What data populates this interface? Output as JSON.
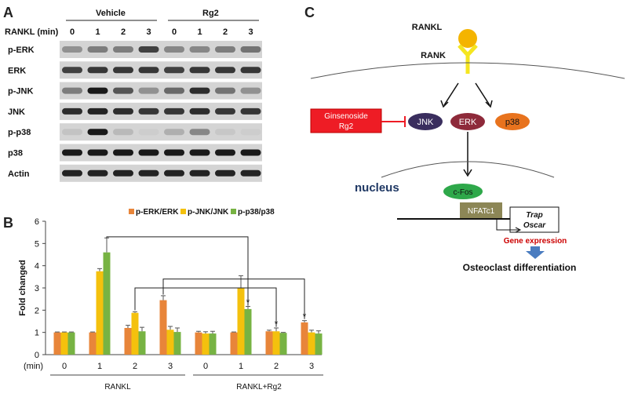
{
  "panels": {
    "a": "A",
    "b": "B",
    "c": "C"
  },
  "blot": {
    "groups": [
      "Vehicle",
      "Rg2"
    ],
    "time_header": "RANKL (min)",
    "times": [
      "0",
      "1",
      "2",
      "3",
      "0",
      "1",
      "2",
      "3"
    ],
    "rows": [
      {
        "label": "p-ERK",
        "intensity": [
          0.35,
          0.45,
          0.45,
          0.75,
          0.4,
          0.4,
          0.45,
          0.5
        ]
      },
      {
        "label": "ERK",
        "intensity": [
          0.75,
          0.8,
          0.8,
          0.8,
          0.75,
          0.8,
          0.8,
          0.8
        ]
      },
      {
        "label": "p-JNK",
        "intensity": [
          0.45,
          0.95,
          0.65,
          0.35,
          0.55,
          0.85,
          0.5,
          0.35
        ]
      },
      {
        "label": "JNK",
        "intensity": [
          0.85,
          0.9,
          0.85,
          0.8,
          0.8,
          0.85,
          0.8,
          0.8
        ]
      },
      {
        "label": "p-p38",
        "intensity": [
          0.1,
          0.95,
          0.15,
          0.05,
          0.2,
          0.4,
          0.08,
          0.05
        ]
      },
      {
        "label": "p38",
        "intensity": [
          0.95,
          0.95,
          0.95,
          0.95,
          0.95,
          0.95,
          0.95,
          0.95
        ]
      },
      {
        "label": "Actin",
        "intensity": [
          0.9,
          0.9,
          0.9,
          0.9,
          0.9,
          0.9,
          0.9,
          0.9
        ]
      }
    ]
  },
  "chart_data": {
    "type": "bar",
    "ylabel": "Fold changed",
    "xprefix": "(min)",
    "ylim": [
      0,
      6
    ],
    "yticks": [
      0,
      1,
      2,
      3,
      4,
      5,
      6
    ],
    "categories": [
      "0",
      "1",
      "2",
      "3",
      "0",
      "1",
      "2",
      "3"
    ],
    "groups": [
      "RANKL",
      "RANKL+Rg2"
    ],
    "legend_position": "top-center",
    "series": [
      {
        "name": "p-ERK/ERK",
        "color": "#E8853A",
        "values": [
          1.0,
          1.0,
          1.2,
          2.45,
          1.0,
          1.0,
          1.05,
          1.45
        ],
        "errors": [
          0.02,
          0.02,
          0.12,
          0.2,
          0.05,
          0.02,
          0.05,
          0.08
        ],
        "stars": [
          false,
          false,
          false,
          false,
          false,
          false,
          false,
          true
        ]
      },
      {
        "name": "p-JNK/JNK",
        "color": "#F4C10D",
        "values": [
          1.0,
          3.75,
          1.88,
          1.12,
          0.95,
          3.0,
          1.05,
          1.0
        ],
        "errors": [
          0.02,
          0.12,
          0.05,
          0.15,
          0.08,
          0.55,
          0.15,
          0.1
        ],
        "stars": [
          false,
          false,
          false,
          false,
          false,
          false,
          true,
          false
        ]
      },
      {
        "name": "p-p38/p38",
        "color": "#77B343",
        "values": [
          1.0,
          4.6,
          1.05,
          1.02,
          0.95,
          2.05,
          0.98,
          0.95
        ],
        "errors": [
          0.02,
          0.65,
          0.18,
          0.18,
          0.1,
          0.12,
          0.02,
          0.12
        ],
        "stars": [
          false,
          false,
          false,
          false,
          false,
          true,
          false,
          false
        ]
      }
    ],
    "star_symbol": "*"
  },
  "diagram": {
    "rankl": "RANKL",
    "rank": "RANK",
    "inhibitor_line1": "Ginsenoside",
    "inhibitor_line2": "Rg2",
    "jnk": "JNK",
    "erk": "ERK",
    "p38": "p38",
    "nucleus": "nucleus",
    "cfos": "c-Fos",
    "nfatc1": "NFATc1",
    "trap": "Trap",
    "oscar": "Oscar",
    "gene_expression": "Gene expression",
    "osteoclast": "Osteoclast differentiation",
    "colors": {
      "rankl_ball": "#F4B400",
      "receptor": "#F5E620",
      "inhibitor_box": "#EE1C25",
      "jnk": "#3A2E5E",
      "erk": "#8E2A3A",
      "p38": "#E8731E",
      "cfos": "#2EA84A",
      "nfatc1": "#8C8656",
      "gene_text": "#CC0000",
      "arrow_blue": "#4A7CC0",
      "nucleus_text": "#1F3864"
    }
  }
}
